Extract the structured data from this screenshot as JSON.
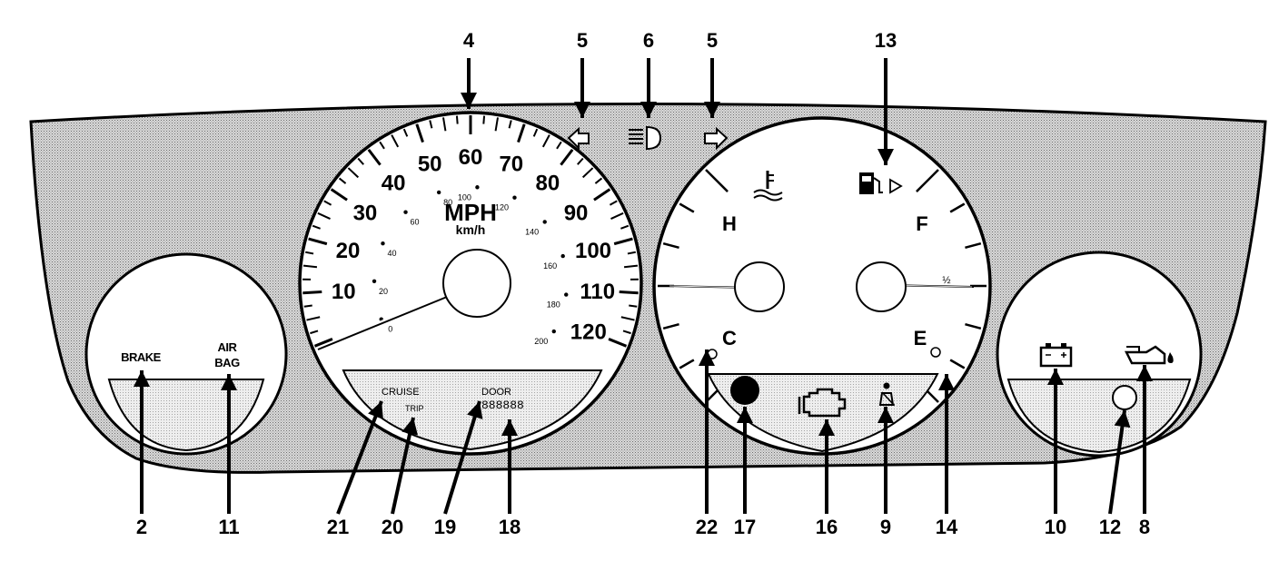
{
  "speedometer": {
    "mph_label": "MPH",
    "kmh_label": "km/h",
    "mph_ticks": [
      "10",
      "20",
      "30",
      "40",
      "50",
      "60",
      "70",
      "80",
      "90",
      "100",
      "110",
      "120"
    ],
    "kmh_ticks": [
      "0",
      "20",
      "40",
      "60",
      "80",
      "100",
      "120",
      "140",
      "160",
      "180",
      "200"
    ],
    "needle_mph": 0
  },
  "gauges": {
    "temp_hot": "H",
    "temp_cold": "C",
    "fuel_full": "F",
    "fuel_empty": "E",
    "fuel_half": "½"
  },
  "indicators": {
    "brake": "BRAKE",
    "airbag_line1": "AIR",
    "airbag_line2": "BAG",
    "cruise": "CRUISE",
    "trip": "TRIP",
    "door": "DOOR",
    "odometer": "888888"
  },
  "callouts": {
    "top": [
      "4",
      "5",
      "6",
      "5",
      "13"
    ],
    "bottom": [
      "2",
      "11",
      "21",
      "20",
      "19",
      "18",
      "22",
      "17",
      "16",
      "9",
      "14",
      "10",
      "12",
      "8"
    ]
  }
}
